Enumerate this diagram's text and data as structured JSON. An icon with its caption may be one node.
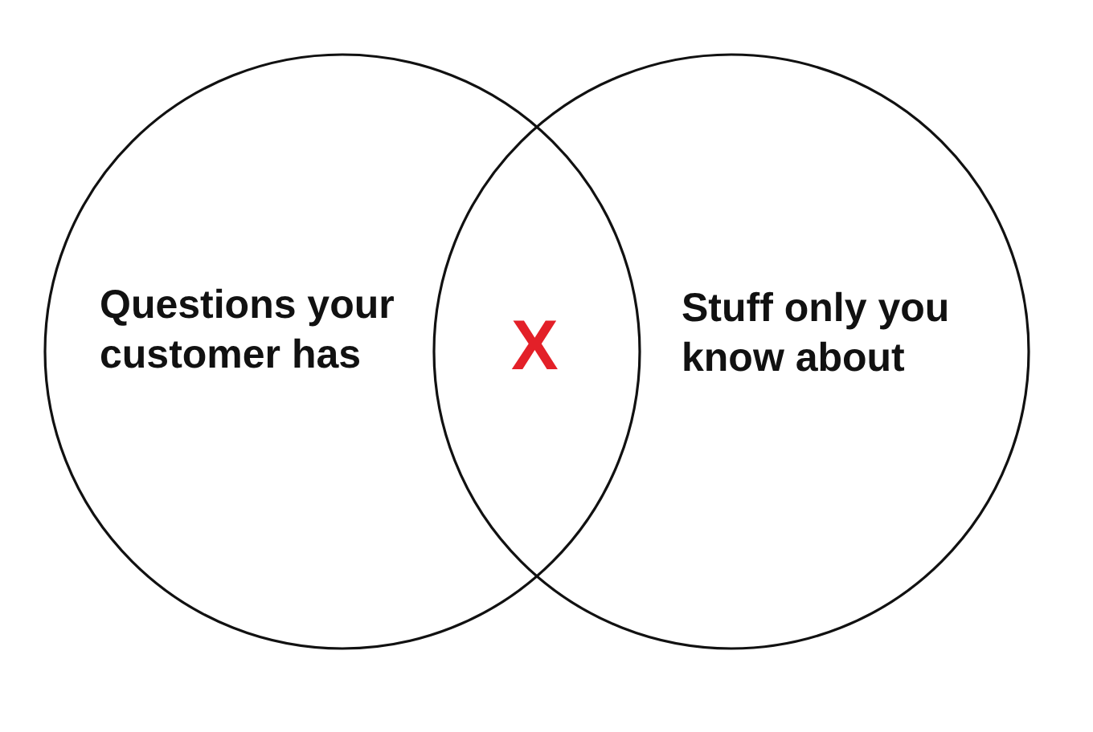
{
  "diagram": {
    "nodes": [
      {
        "text": [
          "Questions your customer has"
        ]
      },
      {
        "text": [
          "Stuff only you know about"
        ]
      }
    ],
    "edges": [],
    "labels": [
      "X"
    ]
  }
}
